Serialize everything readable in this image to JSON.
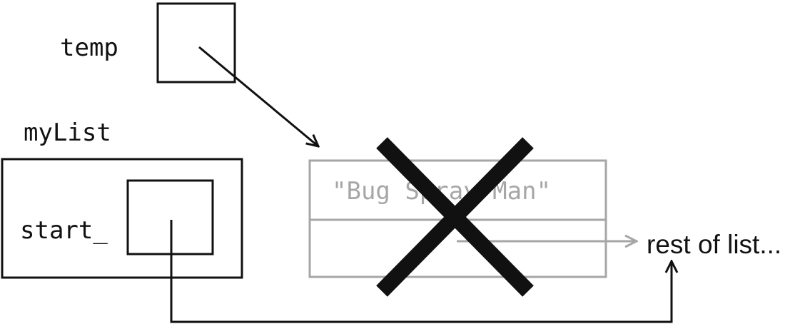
{
  "labels": {
    "temp": "temp",
    "my_list": "myList",
    "start": "start_",
    "rest_of_list": "rest of list..."
  },
  "deleted_node": {
    "value": "\"Bug Spray Man\""
  },
  "colors": {
    "ink": "#111111",
    "deleted": "#a6a6a6"
  }
}
